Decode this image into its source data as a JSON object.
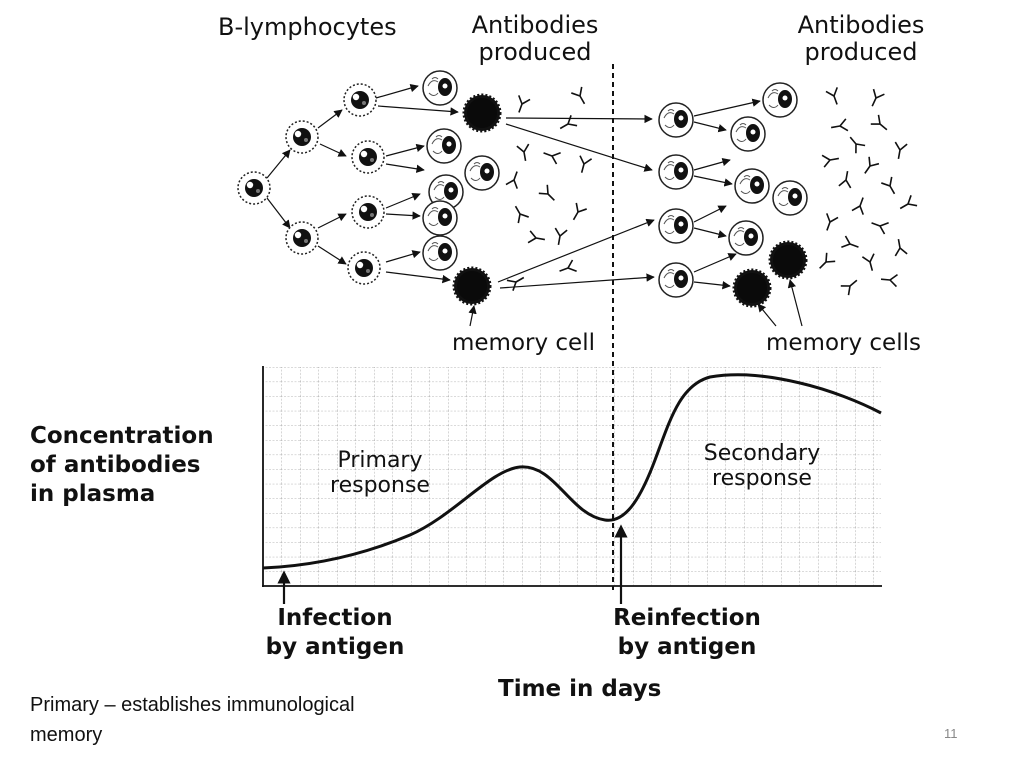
{
  "diagram": {
    "b_lymphocytes_label": "B-lymphocytes",
    "antibodies_left": "Antibodies\nproduced",
    "antibodies_right": "Antibodies\nproduced",
    "memory_cell_label": "memory cell",
    "memory_cells_label": "memory cells"
  },
  "graph": {
    "y_label": "Concentration\nof antibodies\nin plasma",
    "primary_label": "Primary\nresponse",
    "secondary_label": "Secondary\nresponse",
    "infection_label": "Infection\nby antigen",
    "reinfection_label": "Reinfection\nby antigen",
    "x_label": "Time in days"
  },
  "caption": "Primary – establishes immunological memory",
  "page_number": "11"
}
